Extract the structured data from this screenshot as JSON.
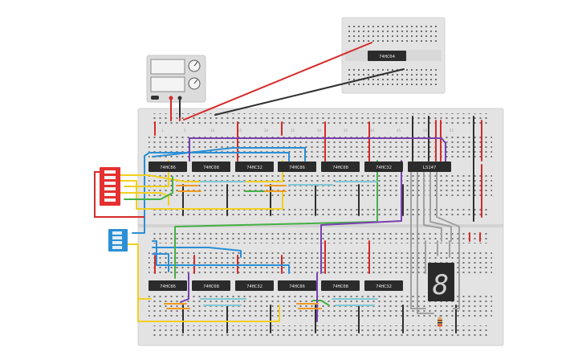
{
  "title": "",
  "colors": {
    "breadboard": "#e3e3e3",
    "breadboard_edge": "#d0d0d0",
    "hole": "#6e6e6e",
    "chip_body": "#2b2b2b",
    "wire_red": "#d62a2a",
    "wire_black": "#2f2f2f",
    "wire_blue": "#2b8fd6",
    "wire_yellow": "#f2cf1f",
    "wire_green": "#45b045",
    "wire_purple": "#7a3fb0",
    "wire_orange": "#f29a1f",
    "wire_cyan": "#7fc7d6",
    "wire_gray": "#a0a0a0",
    "dip_red": "#e53030",
    "dip_blue": "#2b8fd6",
    "seven_segment": "#2a2a2a",
    "segment_on": "#d0d0d0"
  },
  "power_supply": {
    "icon": "power-supply-icon"
  },
  "small_board": {
    "chip": "74HC04"
  },
  "top_row_chips": [
    "74HC86",
    "74HC08",
    "74HC32",
    "74HC86",
    "74HC08",
    "74HC32",
    "LS147"
  ],
  "bottom_row_chips": [
    "74HC86",
    "74HC08",
    "74HC32",
    "74HC86",
    "74HC08",
    "74HC32"
  ],
  "row_numbers": [
    "1",
    "5",
    "10",
    "15",
    "20",
    "25",
    "30",
    "35",
    "40",
    "45",
    "50",
    "55"
  ],
  "seven_segment_digit": "8",
  "dip_switch_red": {
    "positions": 6
  },
  "dip_switch_blue": {
    "positions": 4
  }
}
